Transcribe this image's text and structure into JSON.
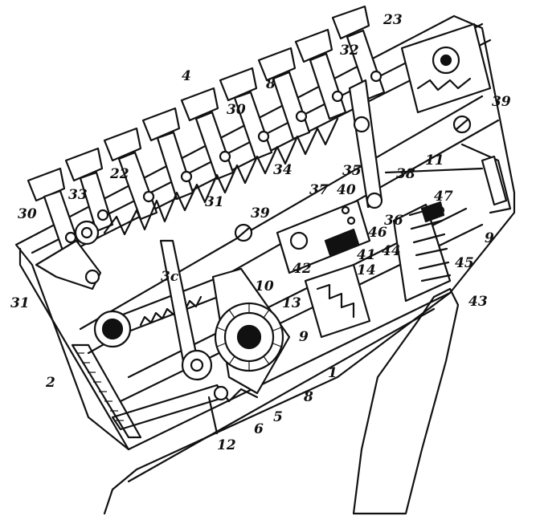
{
  "colors": {
    "ink": "#111111",
    "paper": "#ffffff"
  },
  "labels": {
    "l1": "1",
    "l2": "2",
    "l4": "4",
    "l5": "5",
    "l6": "6",
    "l8a": "8",
    "l8b": "8",
    "l9a": "9",
    "l9b": "9",
    "l10": "10",
    "l11": "11",
    "l12": "12",
    "l13": "13",
    "l14": "14",
    "l22": "22",
    "l23": "23",
    "l30a": "30",
    "l30b": "30",
    "l31a": "31",
    "l31b": "31",
    "l32": "32",
    "l33": "33",
    "l34": "34",
    "l35": "35",
    "l36": "36",
    "l37": "37",
    "l38": "38",
    "l39a": "39",
    "l39b": "39",
    "l40": "40",
    "l41": "41",
    "l42": "42",
    "l43": "43",
    "l44": "44",
    "l45": "45",
    "l46": "46",
    "l47": "47",
    "l3c": "3c"
  }
}
